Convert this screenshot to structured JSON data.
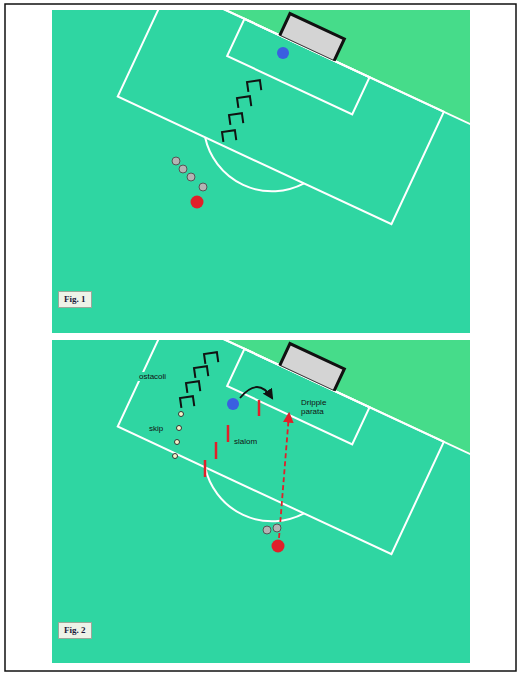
{
  "diagram": {
    "nodes": [
      {
        "text": [
          "Fig. 1"
        ]
      },
      {
        "text": [
          "Fig. 2"
        ]
      }
    ],
    "labels": [
      "ostacoli",
      "skip",
      "slalom",
      "Dripple parata"
    ]
  }
}
